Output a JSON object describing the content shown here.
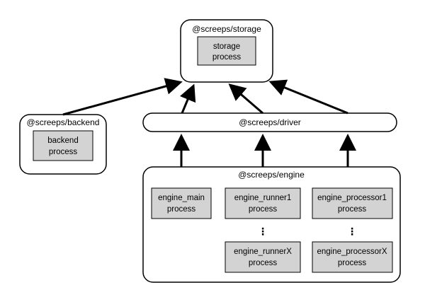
{
  "storage": {
    "package": "@screeps/storage",
    "process": [
      "storage",
      "process"
    ]
  },
  "backend": {
    "package": "@screeps/backend",
    "process": [
      "backend",
      "process"
    ]
  },
  "driver": {
    "package": "@screeps/driver"
  },
  "engine": {
    "package": "@screeps/engine",
    "main": [
      "engine_main",
      "process"
    ],
    "runner1": [
      "engine_runner1",
      "process"
    ],
    "runnerX": [
      "engine_runnerX",
      "process"
    ],
    "processor1": [
      "engine_processor1",
      "process"
    ],
    "processorX": [
      "engine_processorX",
      "process"
    ],
    "ellipsis": "⋮"
  },
  "colors": {
    "process_fill": "#d3d3d3",
    "stroke": "#000000",
    "background": "#ffffff"
  }
}
